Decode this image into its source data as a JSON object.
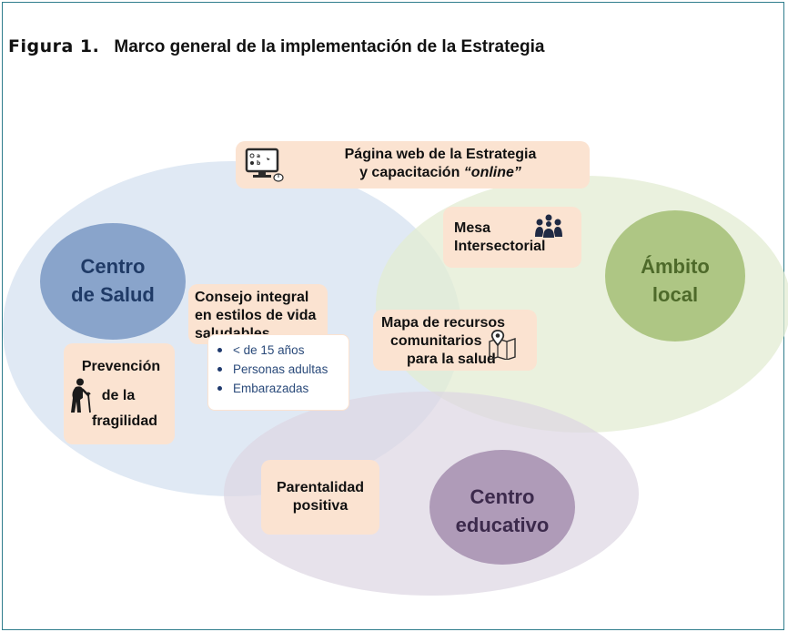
{
  "figure": {
    "number_label": "Figura 1.",
    "title": "Marco general de la implementación de la Estrategia"
  },
  "colors": {
    "border": "#2f7d8c",
    "salud_ellipse": "#dbe5f2",
    "local_ellipse": "#e3ecd3",
    "educativo_ellipse": "#ddd6e3",
    "salud_circle": "#7f9cc6",
    "local_circle": "#a7c17a",
    "educativo_circle": "#a893b3",
    "box_fill": "#fbe3d1"
  },
  "circles": {
    "salud": [
      "Centro",
      "de Salud"
    ],
    "local": [
      "Ámbito",
      "local"
    ],
    "educativo": [
      "Centro",
      "educativo"
    ]
  },
  "boxes": {
    "web": {
      "line1": "Página web de la Estrategia",
      "line2_prefix": "y capacitación ",
      "line2_em": "“online”",
      "icon": "computer-icon"
    },
    "mesa": {
      "lines": [
        "Mesa",
        "Intersectorial"
      ],
      "icon": "group-icon"
    },
    "consejo": {
      "lines": [
        "Consejo integral",
        "en estilos de vida",
        "saludables"
      ]
    },
    "mapa": {
      "lines": [
        "Mapa de recursos",
        "comunitarios",
        "para la salud"
      ],
      "icon": "map-pin-icon"
    },
    "prevencion": {
      "lines": [
        "Prevención",
        "de la",
        "fragilidad"
      ],
      "icon": "elderly-person-icon"
    },
    "parentalidad": {
      "lines": [
        "Parentalidad",
        "positiva"
      ]
    }
  },
  "consejo_targets": [
    "< de 15 años",
    "Personas adultas",
    "Embarazadas"
  ]
}
